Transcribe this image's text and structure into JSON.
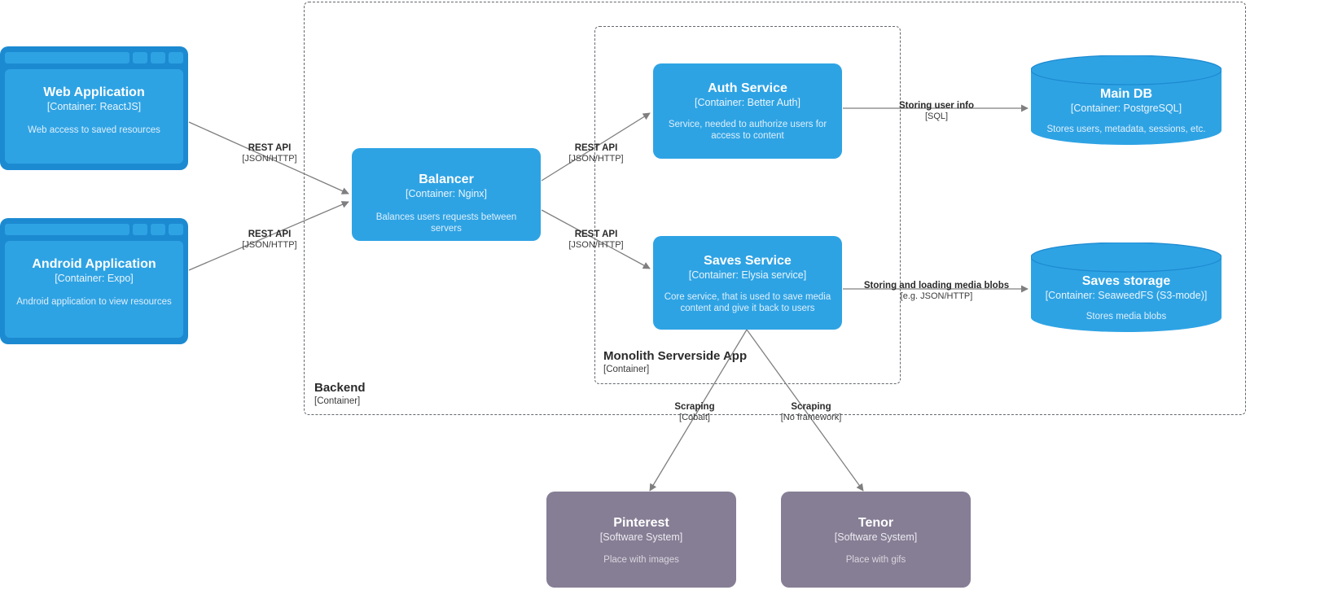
{
  "diagram": {
    "type": "c4-container-diagram",
    "colors": {
      "container": "#2ea3e4",
      "container_frame": "#1c8ad1",
      "external_system": "#867e95",
      "boundary_stroke": "#63676e",
      "edge_stroke": "#7f7f7f",
      "background": "#ffffff"
    }
  },
  "boundaries": [
    {
      "id": "backend",
      "name": "Backend",
      "tech": "[Container]"
    },
    {
      "id": "monolith",
      "name": "Monolith Serverside App",
      "tech": "[Container]"
    }
  ],
  "nodes": [
    {
      "id": "web-application",
      "shape": "browser-window",
      "title": "Web Application",
      "tech": "[Container: ReactJS]",
      "desc": "Web access to saved resources"
    },
    {
      "id": "android-application",
      "shape": "browser-window",
      "title": "Android Application",
      "tech": "[Container: Expo]",
      "desc": "Android application to view resources"
    },
    {
      "id": "balancer",
      "shape": "rounded-box",
      "title": "Balancer",
      "tech": "[Container: Nginx]",
      "desc": "Balances users requests between servers"
    },
    {
      "id": "auth-service",
      "shape": "rounded-box",
      "title": "Auth Service",
      "tech": "[Container: Better Auth]",
      "desc": "Service, needed to authorize users for access to content"
    },
    {
      "id": "saves-service",
      "shape": "rounded-box",
      "title": "Saves Service",
      "tech": "[Container: Elysia service]",
      "desc": "Core service, that is used to save media content and give it back to users"
    },
    {
      "id": "main-db",
      "shape": "cylinder",
      "title": "Main DB",
      "tech": "[Container: PostgreSQL]",
      "desc": "Stores users, metadata, sessions, etc."
    },
    {
      "id": "saves-storage",
      "shape": "cylinder",
      "title": "Saves storage",
      "tech": "[Container: SeaweedFS (S3-mode)]",
      "desc": "Stores media blobs"
    },
    {
      "id": "pinterest",
      "shape": "rounded-box-external",
      "title": "Pinterest",
      "tech": "[Software System]",
      "desc": "Place with images"
    },
    {
      "id": "tenor",
      "shape": "rounded-box-external",
      "title": "Tenor",
      "tech": "[Software System]",
      "desc": "Place with gifs"
    }
  ],
  "edges": [
    {
      "id": "web-to-balancer",
      "from": "web-application",
      "to": "balancer",
      "label": "REST API",
      "tech": "[JSON/HTTP]"
    },
    {
      "id": "android-to-balancer",
      "from": "android-application",
      "to": "balancer",
      "label": "REST API",
      "tech": "[JSON/HTTP]"
    },
    {
      "id": "balancer-to-auth",
      "from": "balancer",
      "to": "auth-service",
      "label": "REST API",
      "tech": "[JSON/HTTP]"
    },
    {
      "id": "balancer-to-saves",
      "from": "balancer",
      "to": "saves-service",
      "label": "REST API",
      "tech": "[JSON/HTTP]"
    },
    {
      "id": "auth-to-maindb",
      "from": "auth-service",
      "to": "main-db",
      "label": "Storing user info",
      "tech": "[SQL]"
    },
    {
      "id": "saves-to-storage",
      "from": "saves-service",
      "to": "saves-storage",
      "label": "Storing and loading media blobs",
      "tech": "[e.g. JSON/HTTP]"
    },
    {
      "id": "saves-to-pinterest",
      "from": "saves-service",
      "to": "pinterest",
      "label": "Scraping",
      "tech": "[Cobalt]"
    },
    {
      "id": "saves-to-tenor",
      "from": "saves-service",
      "to": "tenor",
      "label": "Scraping",
      "tech": "[No framework]"
    }
  ]
}
